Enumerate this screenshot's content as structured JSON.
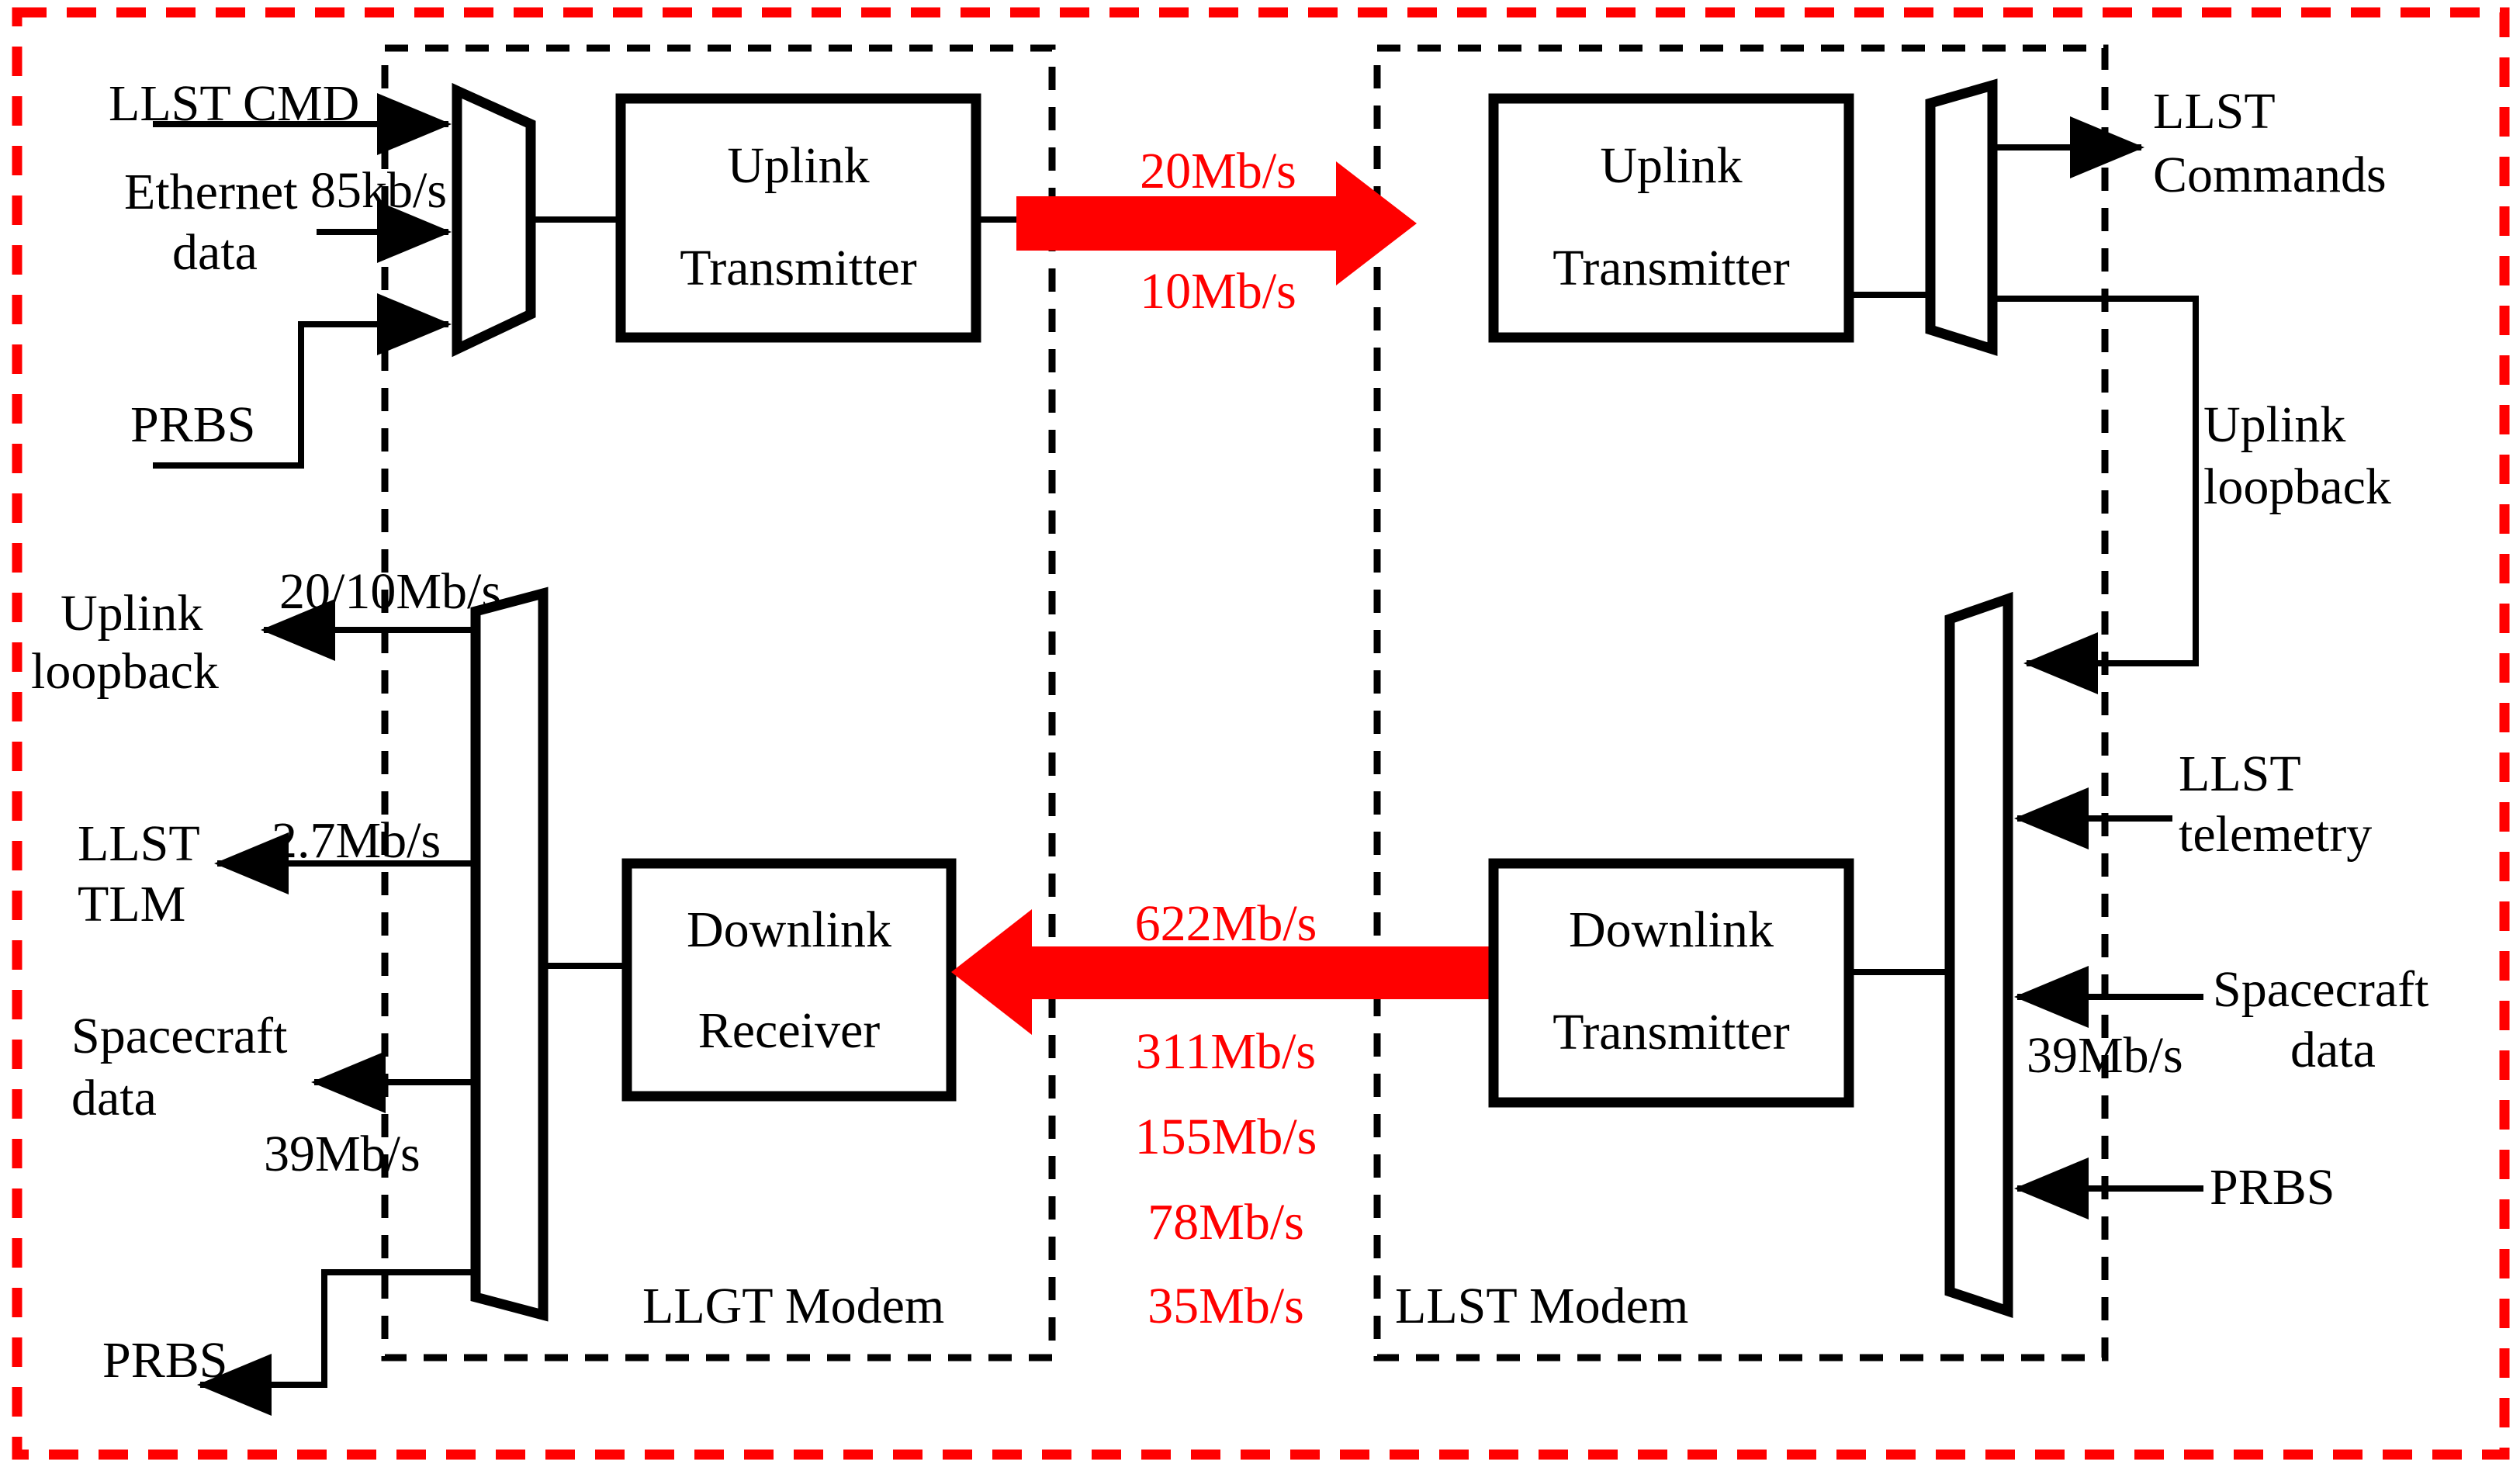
{
  "diagram": {
    "title": "LLGT / LLST Modem link block diagram",
    "colors": {
      "outer_border": "#ff0000",
      "arrow_fill": "#ff0000",
      "line": "#000000",
      "background": "#ffffff"
    },
    "groups": [
      {
        "id": "llgt",
        "label": "LLGT Modem"
      },
      {
        "id": "llst",
        "label": "LLST Modem"
      }
    ],
    "blocks": [
      {
        "id": "llgt-uplink-tx",
        "line1": "Uplink",
        "line2": "Transmitter"
      },
      {
        "id": "llst-uplink-tx",
        "line1": "Uplink",
        "line2": "Transmitter"
      },
      {
        "id": "llgt-downlink-rx",
        "line1": "Downlink",
        "line2": "Receiver"
      },
      {
        "id": "llst-downlink-tx",
        "line1": "Downlink",
        "line2": "Transmitter"
      }
    ],
    "left_inputs": [
      {
        "id": "llst-cmd",
        "label": "LLST CMD",
        "rate": "85kb/s"
      },
      {
        "id": "ethernet-data",
        "label": "Ethernet\ndata",
        "rate": ""
      },
      {
        "id": "prbs-in",
        "label": "PRBS",
        "rate": ""
      }
    ],
    "left_outputs": [
      {
        "id": "uplink-loopback-out",
        "label": "Uplink\nloopback",
        "rate": "20/10Mb/s"
      },
      {
        "id": "llst-tlm-out",
        "label": "LLST\nTLM",
        "rate": "2.7Mb/s"
      },
      {
        "id": "spacecraft-data-out",
        "label": "Spacecraft\ndata",
        "rate": "39Mb/s"
      },
      {
        "id": "prbs-out",
        "label": "PRBS",
        "rate": ""
      }
    ],
    "right_outputs": [
      {
        "id": "llst-commands",
        "label": "LLST\nCommands",
        "rate": ""
      },
      {
        "id": "uplink-loopback-right",
        "label": "Uplink\nloopback",
        "rate": ""
      }
    ],
    "right_inputs": [
      {
        "id": "llst-telemetry",
        "label": "LLST\ntelemetry",
        "rate": ""
      },
      {
        "id": "spacecraft-data-in",
        "label": "Spacecraft\ndata",
        "rate": "39Mb/s"
      },
      {
        "id": "prbs-right",
        "label": "PRBS",
        "rate": ""
      }
    ],
    "uplink_rates": {
      "above": "20Mb/s",
      "below": "10Mb/s"
    },
    "downlink_rates": {
      "above": "622Mb/s",
      "below": [
        "311Mb/s",
        "155Mb/s",
        "78Mb/s",
        "35Mb/s"
      ]
    },
    "text": {
      "llst_cmd": "LLST CMD",
      "rate_85kbs": "85kb/s",
      "ethernet": "Ethernet",
      "data": "data",
      "prbs": "PRBS",
      "uplink": "Uplink",
      "transmitter": "Transmitter",
      "downlink": "Downlink",
      "receiver": "Receiver",
      "loopback": "loopback",
      "llst": "LLST",
      "tlm": "TLM",
      "spacecraft": "Spacecraft",
      "commands": "Commands",
      "telemetry": "telemetry",
      "llgt_modem": "LLGT Modem",
      "llst_modem": "LLST Modem",
      "rate_20_10": "20/10Mb/s",
      "rate_27": "2.7Mb/s",
      "rate_39_left": "39Mb/s",
      "rate_39_right": "39Mb/s",
      "rate_20": "20Mb/s",
      "rate_10": "10Mb/s",
      "rate_622": "622Mb/s",
      "rate_311": "311Mb/s",
      "rate_155": "155Mb/s",
      "rate_78": "78Mb/s",
      "rate_35": "35Mb/s"
    }
  }
}
